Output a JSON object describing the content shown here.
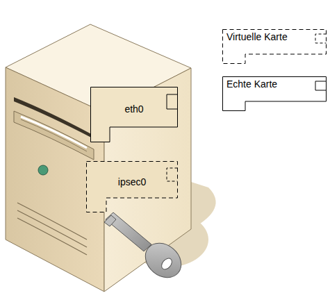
{
  "diagram": {
    "nodes": [
      {
        "text": [
          "eth0"
        ]
      },
      {
        "text": [
          "ipsec0"
        ]
      }
    ],
    "legend": [
      {
        "text": "Virtuelle Karte"
      },
      {
        "text": "Echte Karte"
      }
    ]
  }
}
